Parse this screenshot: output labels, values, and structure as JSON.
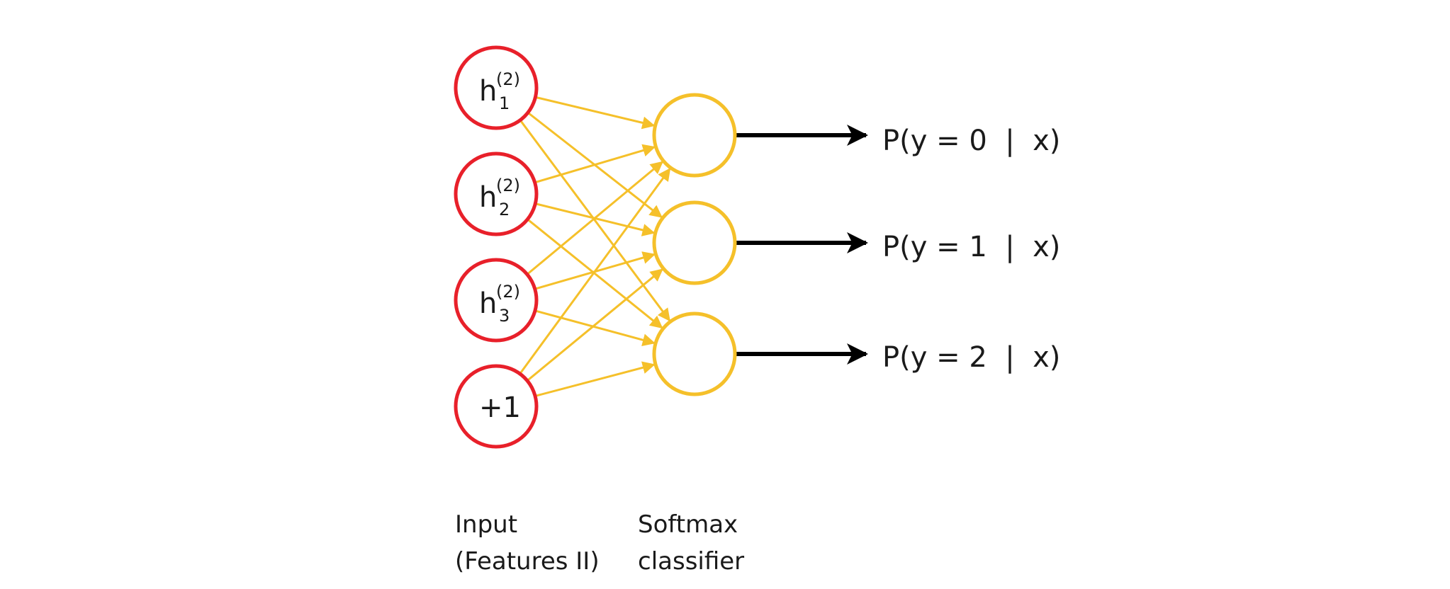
{
  "colors": {
    "input_node": "#e8202a",
    "softmax_node": "#f5c02a",
    "connection": "#f5c02a",
    "output_arrow": "#000000",
    "text": "#1a1a1a"
  },
  "input_nodes": [
    {
      "base": "h",
      "sub": "1",
      "sup": "(2)"
    },
    {
      "base": "h",
      "sub": "2",
      "sup": "(2)"
    },
    {
      "base": "h",
      "sub": "3",
      "sup": "(2)"
    },
    {
      "base": "+1",
      "sub": "",
      "sup": ""
    }
  ],
  "softmax_nodes": 3,
  "outputs": [
    "P(y = 0  |  x)",
    "P(y = 1  |  x)",
    "P(y = 2  |  x)"
  ],
  "captions": {
    "input_line1": "Input",
    "input_line2": "(Features II)",
    "softmax_line1": "Softmax",
    "softmax_line2": "classifier"
  }
}
